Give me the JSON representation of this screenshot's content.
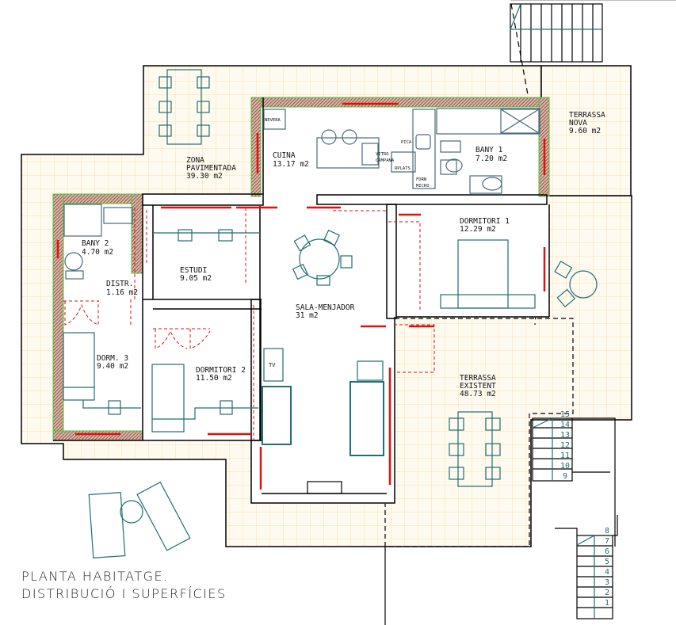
{
  "drawing": {
    "title_line_1": "PLANTA  HABITATGE.",
    "title_line_2": "DISTRIBUCIÓ  I  SUPERFÍCIES"
  },
  "colors": {
    "background": "#ffffff",
    "grid_fill": "#fffaf0",
    "grid_line": "#f6e6b8",
    "wall_line": "#000000",
    "wall_hatch": "#8a4a3c",
    "wall_edge_green": "#4cc43a",
    "opening_red": "#e01010",
    "furniture_teal": "#1f6f73",
    "fixture_blue": "#4a6a7c"
  },
  "rooms": [
    {
      "id": "zona-pavimentada",
      "name_1": "ZONA",
      "name_2": "PAVIMENTADA",
      "area": "39.30  m2"
    },
    {
      "id": "cuina",
      "name_1": "CUINA",
      "name_2": "",
      "area": "13.17  m2"
    },
    {
      "id": "bany-1",
      "name_1": "BANY  1",
      "name_2": "",
      "area": "7.20  m2"
    },
    {
      "id": "terrassa-nova",
      "name_1": "TERRASSA",
      "name_2": "NOVA",
      "area": "9.60  m2"
    },
    {
      "id": "bany-2",
      "name_1": "BANY  2",
      "name_2": "",
      "area": "4.70  m2"
    },
    {
      "id": "distr",
      "name_1": "DISTR.",
      "name_2": "",
      "area": "1.16  m2"
    },
    {
      "id": "estudi",
      "name_1": "ESTUDI",
      "name_2": "",
      "area": "9.05  m2"
    },
    {
      "id": "dormitori-1",
      "name_1": "DORMITORI  1",
      "name_2": "",
      "area": "12.29  m2"
    },
    {
      "id": "sala-menjador",
      "name_1": "SALA-MENJADOR",
      "name_2": "",
      "area": "31  m2"
    },
    {
      "id": "dorm-3",
      "name_1": "DORM.  3",
      "name_2": "",
      "area": "9.40  m2"
    },
    {
      "id": "dormitori-2",
      "name_1": "DORMITORI  2",
      "name_2": "",
      "area": "11.50  m2"
    },
    {
      "id": "terrassa-existent",
      "name_1": "TERRASSA",
      "name_2": "EXISTENT",
      "area": "48.73  m2"
    }
  ],
  "fixtures": {
    "nevera": "NEVERA",
    "pica": "PICA",
    "vitro": "VITRO",
    "campana": "CAMPANA",
    "rplats": "RPLATS",
    "forn": "FORN",
    "micro": "MICRO",
    "tv": "TV"
  },
  "stairs": {
    "upper_flight": [
      "15",
      "14",
      "13",
      "12",
      "11",
      "10",
      "9"
    ],
    "lower_flight": [
      "8",
      "7",
      "6",
      "5",
      "4",
      "3",
      "2",
      "1"
    ]
  }
}
